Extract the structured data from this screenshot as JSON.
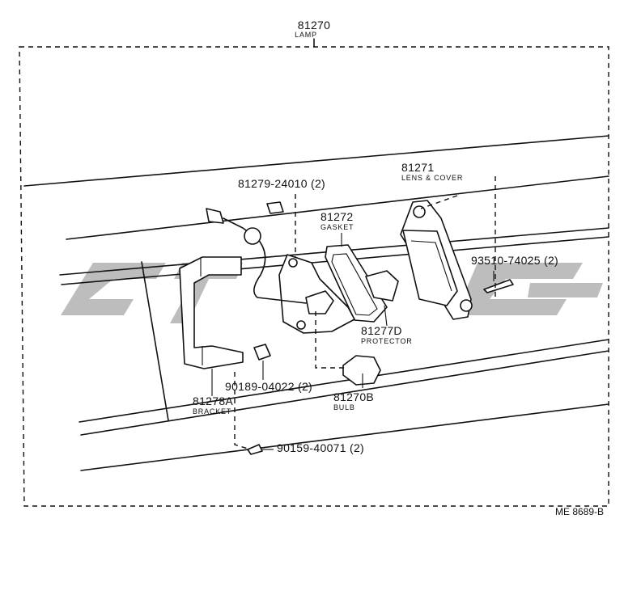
{
  "assembly": {
    "part_no": "81270",
    "name": "LAMP"
  },
  "parts": [
    {
      "key": "lens",
      "part_no": "81271",
      "name": "LENS & COVER"
    },
    {
      "key": "gasket",
      "part_no": "81272",
      "name": "GASKET"
    },
    {
      "key": "screw_upper",
      "part_no": "81279-24010 (2)"
    },
    {
      "key": "screw_right",
      "part_no": "93510-74025 (2)"
    },
    {
      "key": "protector",
      "part_no": "81277D",
      "name": "PROTECTOR"
    },
    {
      "key": "clip",
      "part_no": "90189-04022 (2)"
    },
    {
      "key": "bracket",
      "part_no": "81278A",
      "name": "BRACKET"
    },
    {
      "key": "bulb",
      "part_no": "81270B",
      "name": "BULB"
    },
    {
      "key": "bolt_lower",
      "part_no": "90159-40071 (2)"
    }
  ],
  "reference": "ME 8689-B",
  "colors": {
    "ink": "#111111",
    "watermark": "#bdbdbd",
    "paper": "#ffffff"
  }
}
